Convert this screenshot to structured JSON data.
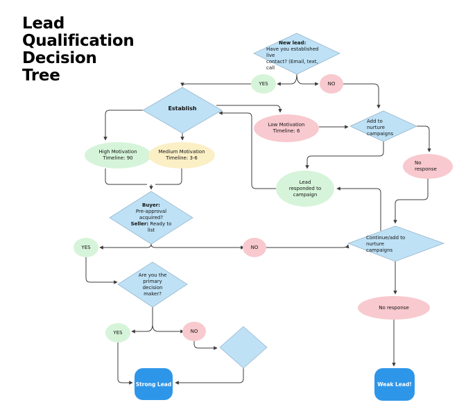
{
  "title": "Lead\nQualification\nDecision\nTree",
  "palette": {
    "node_blue": "#BEE1F6",
    "node_green": "#D6F4D9",
    "node_pink": "#F8C9CE",
    "node_yellow": "#FBEFC6",
    "terminal_blue": "#2E96E9",
    "edge": "#3B3B3B",
    "text": "#111111",
    "terminal_text": "#FFFFFF"
  },
  "nodes": {
    "new_lead": {
      "heading": "New lead:",
      "body": "Have you established\nlive\ncontact? (Email, text,\ncall"
    },
    "yes_1": {
      "label": "YES"
    },
    "no_1": {
      "label": "NO"
    },
    "establish": {
      "label": "Establish"
    },
    "low_motivation": {
      "label": "Low Motivation\nTimeline: 6"
    },
    "high_motivation": {
      "label": "High Motivation\nTimeline: 90"
    },
    "medium_motivation": {
      "label": "Medium Motivation\nTimeline: 3-6"
    },
    "add_nurture": {
      "label": "Add to\nnurture\ncampaigns"
    },
    "no_response_top": {
      "label": "No\nresponse"
    },
    "lead_responded": {
      "label": "Lead\nresponded to\ncampaign"
    },
    "buyer": {
      "heading1": "Buyer:",
      "body1": "\nPre-approval\nacquired?\n",
      "heading2": "Seller:",
      "body2": " Ready to\nlist"
    },
    "yes_2": {
      "label": "YES"
    },
    "no_2": {
      "label": "NO"
    },
    "continue_nurture": {
      "label": "Continue/add to\nnurture\ncampaigns"
    },
    "decision_maker": {
      "label": "Are you the\nprimary\ndecision\nmaker?"
    },
    "yes_3": {
      "label": "YES"
    },
    "no_3": {
      "label": "NO"
    },
    "no_response_bottom": {
      "label": "No response"
    },
    "strong_lead": {
      "label": "Strong Lead"
    },
    "weak_lead": {
      "label": "Weak Lead!"
    }
  }
}
